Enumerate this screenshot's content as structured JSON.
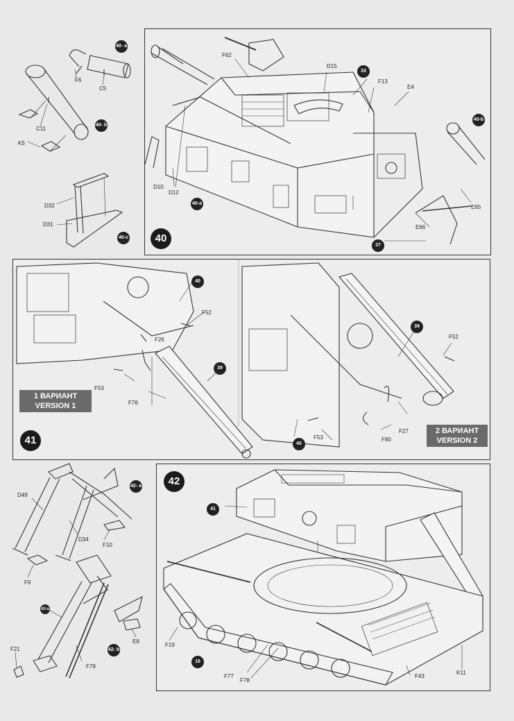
{
  "steps": {
    "s40": "40",
    "s41": "41",
    "s42": "42"
  },
  "versions": {
    "v1_line1": "1 ВАРИАНТ",
    "v1_line2": "VERSION 1",
    "v2_line1": "2 ВАРИАНТ",
    "v2_line2": "VERSION 2"
  },
  "badges": {
    "b40a_top": "40- a",
    "b40b_left": "40- b",
    "b40c": "40-c",
    "b33": "33",
    "b40b_right": "40-b",
    "b40a_mid": "40-a",
    "b37": "37",
    "b40_s41a": "40",
    "b39_s41a": "39",
    "b39_s41b": "39",
    "b40_s41b": "40",
    "b42a": "42- a",
    "b43a": "43-a",
    "b42b": "42- b",
    "b41": "41",
    "b16": "16"
  },
  "parts": {
    "F6": "F6",
    "C5": "C5",
    "C11": "C11",
    "K5": "K5",
    "D32": "D32",
    "D31": "D31",
    "F62": "F62",
    "D15": "D15",
    "F13": "F13",
    "E4": "E4",
    "D10": "D10",
    "D12": "D12",
    "E65": "E65",
    "E66": "E66",
    "F52a": "F52",
    "F26": "F26",
    "F53a": "F53",
    "F76": "F76",
    "F52b": "F52",
    "F53b": "F53",
    "F27": "F27",
    "F80": "F80",
    "D49": "D49",
    "D34": "D34",
    "F10": "F10",
    "F9": "F9",
    "E8": "E8",
    "F21": "F21",
    "F79": "F79",
    "F19": "F19",
    "F77": "F77",
    "F78": "F78",
    "K11": "K11",
    "F43": "F43"
  }
}
